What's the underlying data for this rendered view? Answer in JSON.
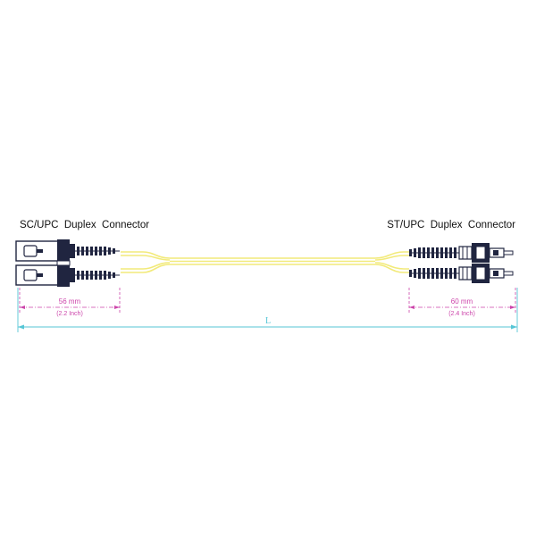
{
  "left_connector": {
    "label": "SC/UPC  Duplex  Connector",
    "dimension": "56 mm",
    "dimension_inch": "(2.2 Inch)"
  },
  "right_connector": {
    "label": "ST/UPC  Duplex  Connector",
    "dimension": "60 mm",
    "dimension_inch": "(2.4 Inch)"
  },
  "total_length_label": "L",
  "colors": {
    "cable": "#f2ea7a",
    "cable_outline": "#d8cc55",
    "connector_body": "#202540",
    "dimension_pink": "#cc44aa",
    "dimension_cyan": "#55c6d6"
  }
}
